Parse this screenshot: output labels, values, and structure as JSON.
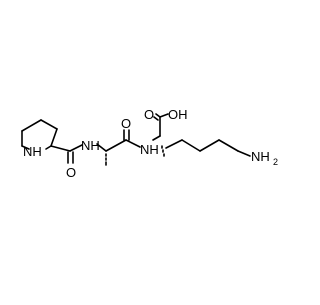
{
  "molecule": {
    "atom_labels": {
      "ring_nh": "NH",
      "amide_oxygen_left": "O",
      "amide_nh_left": "NH",
      "amide_oxygen_right": "O",
      "amide_nh_right": "NH",
      "acid_oxygen": "O",
      "acid_oh": "OH",
      "amine_n": "NH",
      "amine_subscript": "2"
    },
    "colors": {
      "bond": "#000000",
      "text": "#000000",
      "background": "#ffffff"
    }
  }
}
